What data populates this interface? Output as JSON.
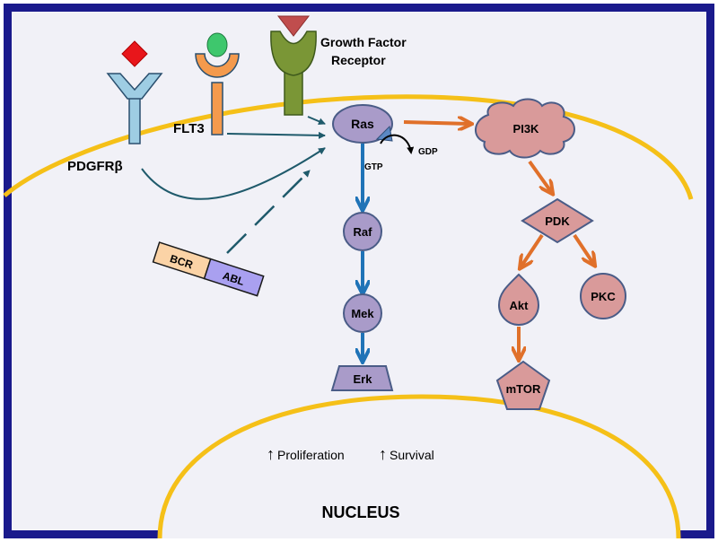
{
  "receptors": {
    "pdgfr_label": "PDGFRβ",
    "flt3_label": "FLT3",
    "growth_factor_label_line1": "Growth Factor",
    "growth_factor_label_line2": "Receptor"
  },
  "fusion": {
    "bcr_label": "BCR",
    "abl_label": "ABL"
  },
  "nodes": {
    "ras": "Ras",
    "gtp": "GTP",
    "gdp": "GDP",
    "raf": "Raf",
    "mek": "Mek",
    "erk": "Erk",
    "pi3k": "PI3K",
    "pdk": "PDK",
    "akt": "Akt",
    "pkc": "PKC",
    "mtor": "mTOR"
  },
  "outcomes": {
    "proliferation": "Proliferation",
    "survival": "Survival",
    "arrow_glyph": "↑"
  },
  "nucleus_label": "NUCLEUS",
  "colors": {
    "frame": "#1a1a8c",
    "membrane": "#f5c018",
    "cytoplasm": "#f1f1f7",
    "purple_node": "#a99bc9",
    "pink_node": "#d99a9a",
    "blue_arrow": "#1f73b7",
    "orange_arrow": "#e0702a",
    "teal_arrow": "#1f5a6b"
  }
}
